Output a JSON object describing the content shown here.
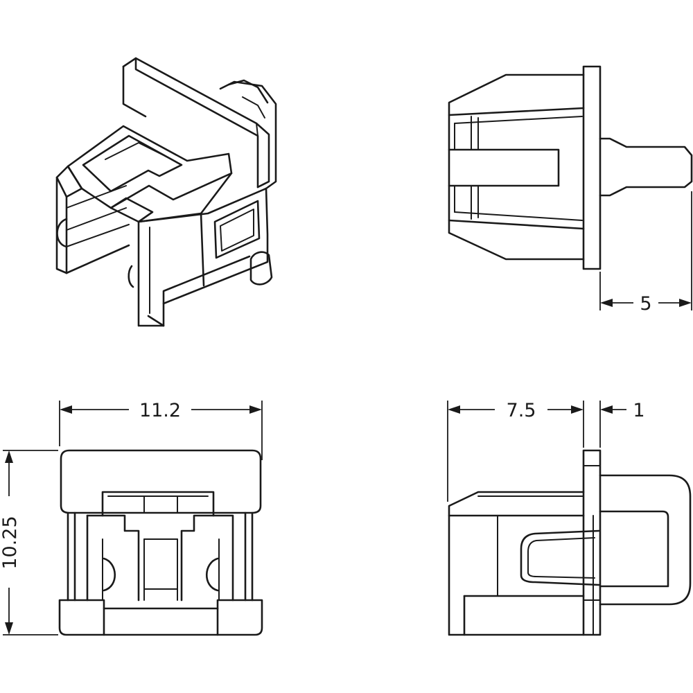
{
  "dimensions": {
    "width": "11.2",
    "height": "10.25",
    "body_length": "7.5",
    "flange_thickness": "1",
    "tip_length": "5"
  }
}
